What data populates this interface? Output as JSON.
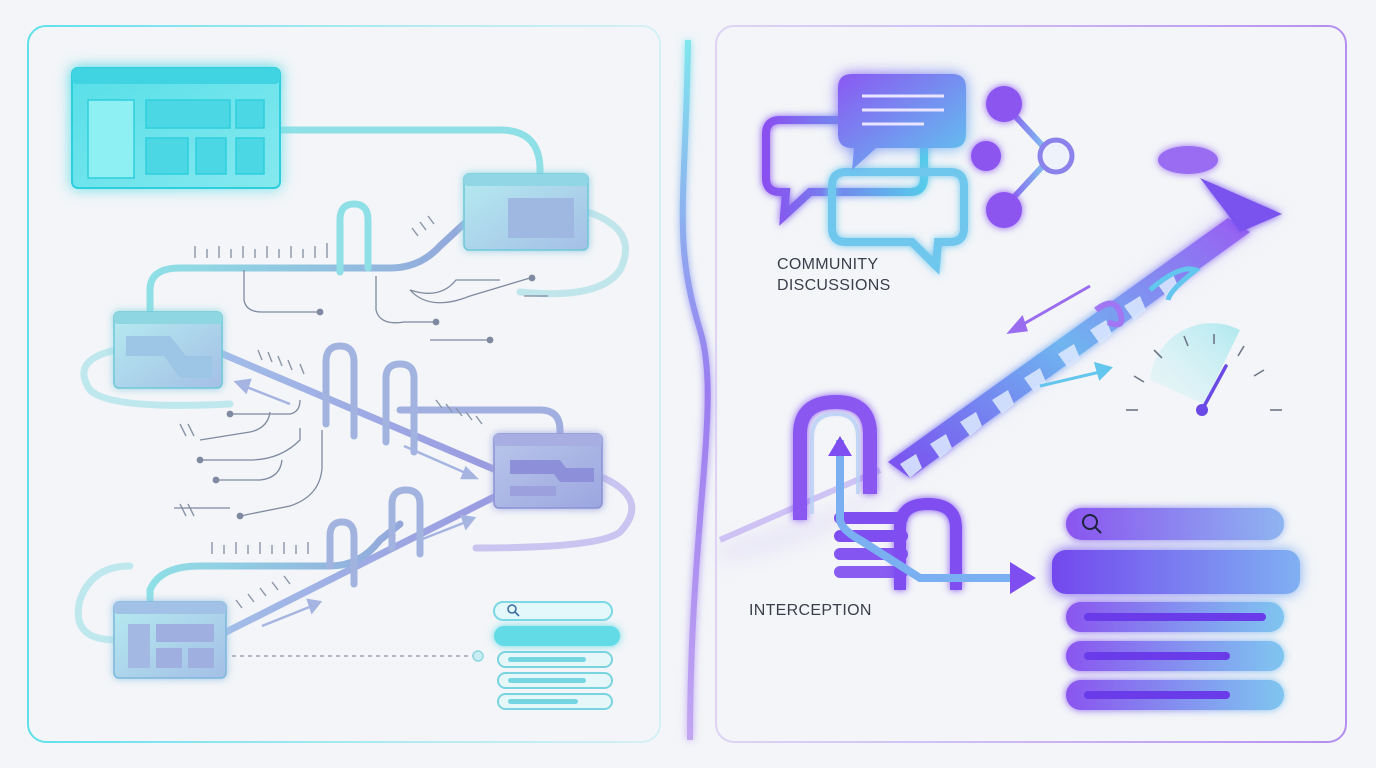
{
  "labels": {
    "community_line1": "COMMUNITY",
    "community_line2": "DISCUSSIONS",
    "interception": "INTERCEPTION"
  },
  "colors": {
    "background": "#f3f5f8",
    "cyan_accent": "#4fd8e6",
    "cyan_light": "#a8eef4",
    "slate_blue": "#8fa3d6",
    "violet_accent": "#7b4cf0",
    "purple_glow": "#b07af5",
    "text": "#3a3f4b"
  },
  "icons": [
    "page-layout-icon",
    "window-icon",
    "chat-bubble-icon",
    "network-node-icon",
    "speedometer-icon",
    "search-icon",
    "arrow-icon"
  ]
}
